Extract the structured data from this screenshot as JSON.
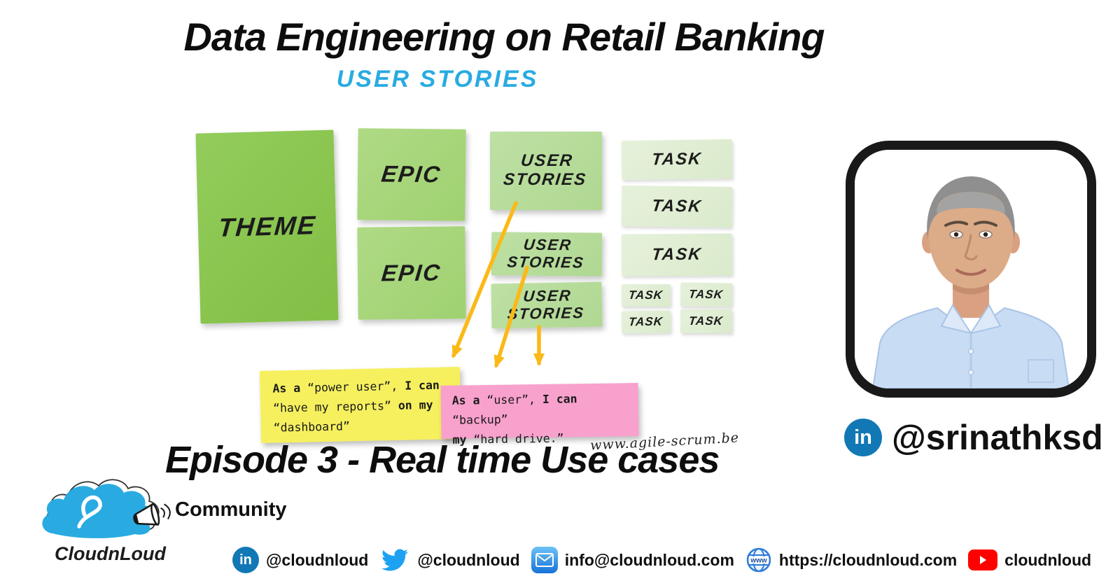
{
  "header": {
    "title": "Data Engineering on Retail Banking",
    "subtitle": "USER STORIES"
  },
  "diagram": {
    "theme": "THEME",
    "epics": [
      "EPIC",
      "EPIC"
    ],
    "user_stories": [
      "USER STORIES",
      "USER STORIES",
      "USER STORIES"
    ],
    "tasks_large": [
      "TASK",
      "TASK",
      "TASK"
    ],
    "tasks_small": [
      "TASK",
      "TASK",
      "TASK",
      "TASK"
    ],
    "watermark": "www.agile-scrum.be"
  },
  "notes": {
    "yellow_lines": [
      [
        [
          "As a ",
          1
        ],
        [
          "“power user”",
          0
        ],
        [
          ", ",
          0
        ],
        [
          "I can",
          1
        ]
      ],
      [
        [
          "“have my reports”",
          0
        ],
        [
          " on my",
          1
        ]
      ],
      [
        [
          "“dashboard”",
          0
        ]
      ]
    ],
    "pink_lines": [
      [
        [
          "As a ",
          1
        ],
        [
          "“user”",
          0
        ],
        [
          ", ",
          0
        ],
        [
          "I can ",
          1
        ],
        [
          "“backup”",
          0
        ]
      ],
      [
        [
          "my ",
          1
        ],
        [
          "“hard drive.”",
          0
        ]
      ]
    ]
  },
  "episode": {
    "title": "Episode 3 - Real time Use cases",
    "community": "Community"
  },
  "branding": {
    "logo_text": "CloudnLoud"
  },
  "profile": {
    "handle": "@srinathksd"
  },
  "footer": {
    "linkedin_handle": "@cloudnloud",
    "twitter_handle": "@cloudnloud",
    "email": "info@cloudnloud.com",
    "website": "https://cloudnloud.com",
    "youtube_handle": "cloudnloud"
  },
  "icons": {
    "linkedin_glyph": "in",
    "globe_label": "www"
  },
  "colors": {
    "subtitle_blue": "#29ABE2",
    "theme_green": "#8CC653",
    "epic_green": "#A9D77E",
    "story_green": "#B7DC9B",
    "task_green": "#E2EFD6",
    "arrow_yellow": "#FBB917",
    "note_yellow": "#F6F05F",
    "note_pink": "#F8A1CD",
    "linkedin_blue": "#1278B5",
    "twitter_blue": "#1DA1F2",
    "youtube_red": "#FF0000",
    "logo_blue": "#29ABE2"
  }
}
